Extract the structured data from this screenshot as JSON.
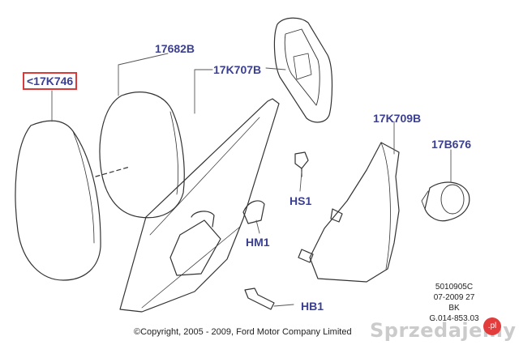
{
  "labels": {
    "part_17k746": "<17K746",
    "part_17682b": "17682B",
    "part_17k707b": "17K707B",
    "part_17k709b": "17K709B",
    "part_17b676": "17B676",
    "part_hs1": "HS1",
    "part_hm1": "HM1",
    "part_hb1": "HB1"
  },
  "reference": {
    "line1": "5010905C",
    "line2": "07-2009 27",
    "line3": "BK",
    "line4": "G.014-853.03"
  },
  "copyright": "©Copyright, 2005 - 2009, Ford Motor Company Limited",
  "watermark": "Sprzedajemy",
  "watermark_badge": ".pl",
  "colors": {
    "label": "#3b3f8f",
    "highlight": "#d93a3a",
    "line": "#333333"
  }
}
